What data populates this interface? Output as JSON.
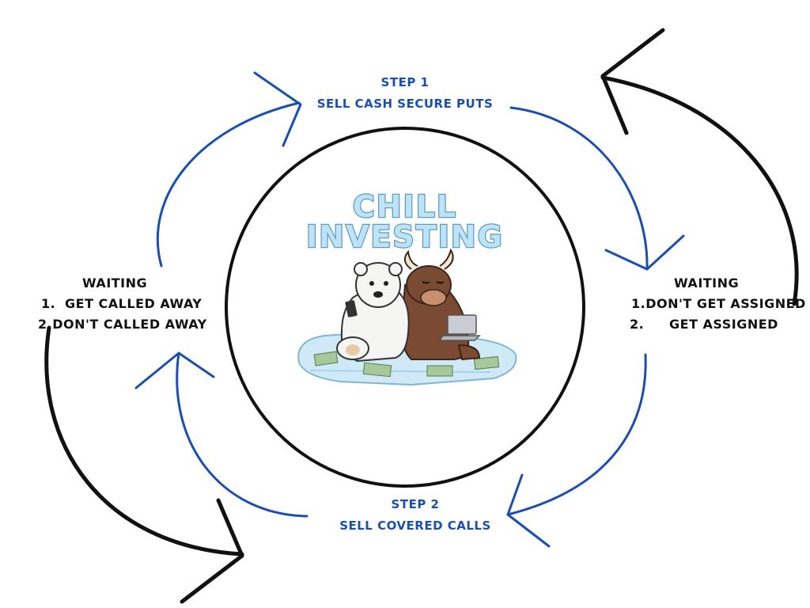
{
  "logo": {
    "line1": "CHILL",
    "line2": "INVESTING"
  },
  "step1": {
    "title": "STEP 1",
    "action": "SELL CASH SECURE PUTS"
  },
  "step2": {
    "title": "STEP 2",
    "action": "SELL COVERED CALLS"
  },
  "left_waiting": {
    "title": "WAITING",
    "items": [
      {
        "num": "1.",
        "text": "GET CALLED AWAY"
      },
      {
        "num": "2.",
        "text": "DON'T CALLED AWAY"
      }
    ]
  },
  "right_waiting": {
    "title": "WAITING",
    "items": [
      {
        "num": "1.",
        "text": "DON'T GET ASSIGNED"
      },
      {
        "num": "2.",
        "text": "GET ASSIGNED"
      }
    ]
  },
  "colors": {
    "cycle_arrows": "#1a4fb0",
    "outer_arrows": "#111111",
    "circle": "#111111",
    "logo_fill": "#bfe3f6",
    "logo_outline": "#5a9cc4"
  },
  "illustration": {
    "characters": [
      "polar-bear-with-phone",
      "bull-with-laptop"
    ],
    "setting": "ice-floe-with-money"
  }
}
